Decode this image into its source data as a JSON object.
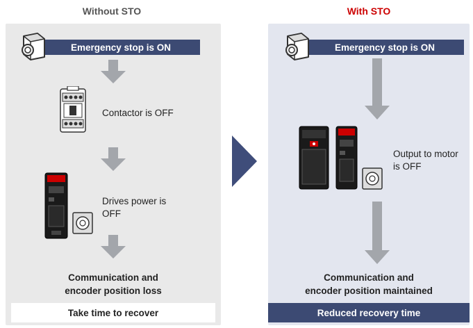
{
  "left": {
    "heading": "Without STO",
    "banner": "Emergency stop is ON",
    "step1": "Contactor is OFF",
    "step2_line1": "Drives power is",
    "step2_line2": "OFF",
    "result_line1": "Communication and",
    "result_line2": "encoder position loss",
    "footer": "Take time to recover"
  },
  "right": {
    "heading": "With STO",
    "banner": "Emergency stop is ON",
    "step1_line1": "Output to motor",
    "step1_line2": "is OFF",
    "result_line1": "Communication and",
    "result_line2": "encoder position maintained",
    "footer": "Reduced recovery time"
  },
  "colors": {
    "left_heading": "#555555",
    "right_heading": "#cc0000",
    "left_panel": "#e9e9e9",
    "right_panel": "#e3e6ef",
    "banner": "#3c4a73",
    "arrow_gray": "#a3a6ab",
    "transition_arrow": "#3f4d7a"
  },
  "icons": [
    "emergency-stop-icon",
    "contactor-icon",
    "drive-icon",
    "motor-icon",
    "down-arrow-icon",
    "right-chevron-icon"
  ]
}
